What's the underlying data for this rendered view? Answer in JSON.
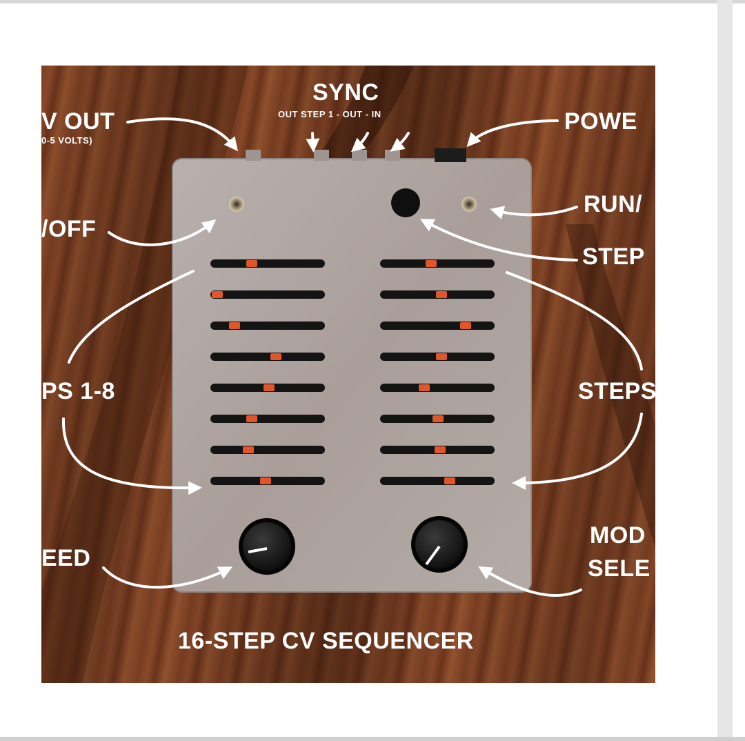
{
  "labels": {
    "sync": "SYNC",
    "sync_sub": "OUT STEP 1 -  OUT -  IN",
    "cv_out": "V OUT",
    "cv_range": "0-5 VOLTS)",
    "power": "POWE",
    "on_off": "/OFF",
    "run": "RUN/",
    "step": "STEP",
    "steps_left": "PS 1-8",
    "steps_right": "STEPS",
    "speed": "EED",
    "mode_line1": "MOD",
    "mode_line2": "SELE",
    "device_title": "16-STEP CV SEQUENCER"
  },
  "colors": {
    "wood": "#7a3e22",
    "panel": "#b1a7a4",
    "led": "#e0562a",
    "label": "#ffffff"
  }
}
